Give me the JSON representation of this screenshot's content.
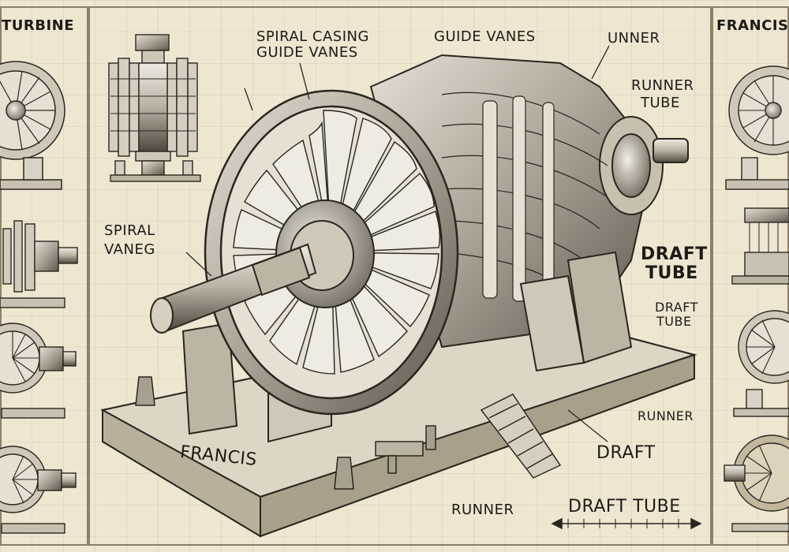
{
  "panels": {
    "left_header": "TURBINE",
    "right_header": "FRANCIS"
  },
  "labels": {
    "spiral_casing_guide_vanes": [
      "SPIRAL CASING",
      "GUIDE VANES"
    ],
    "guide_vanes_top": "GUIDE VANES",
    "unner": "UNNER",
    "runner_tube": [
      "RUNNER",
      "TUBE"
    ],
    "spiral_vaneg": [
      "SPIRAL",
      "VANEG"
    ],
    "draft_tube_right": [
      "DRAFT",
      "TUBE"
    ],
    "draft_tube_small": [
      "DRAFT",
      "TUBE"
    ],
    "runner_right": "RUNNER",
    "draft": "DRAFT",
    "francis_base": "FRANCIS",
    "runner_bottom": "RUNNER",
    "draft_tube_bottom": "DRAFT TUBE"
  },
  "colors": {
    "ink": "#1e1b16",
    "paper": "#efe6d2",
    "metal_light": "#d8d2c4",
    "metal_mid": "#a9a294",
    "metal_dark": "#5d574c"
  }
}
